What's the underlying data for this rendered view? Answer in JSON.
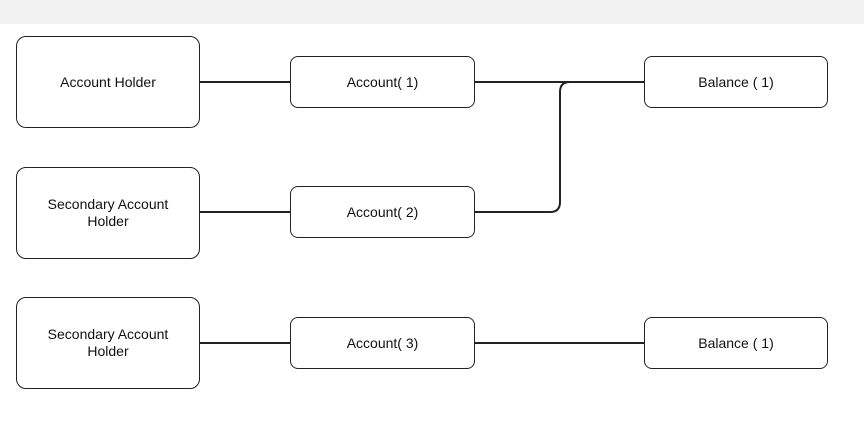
{
  "nodes": {
    "account_holder": "Account Holder",
    "secondary_holder_1": "Secondary Account\nHolder",
    "secondary_holder_2": "Secondary Account\nHolder",
    "account_1": "Account( 1)",
    "account_2": "Account( 2)",
    "account_3": "Account( 3)",
    "balance_top": "Balance ( 1)",
    "balance_bottom": "Balance ( 1)"
  },
  "edges": [
    {
      "from": "account_holder",
      "to": "account_1"
    },
    {
      "from": "secondary_holder_1",
      "to": "account_2"
    },
    {
      "from": "secondary_holder_2",
      "to": "account_3"
    },
    {
      "from": "account_1",
      "to": "balance_top"
    },
    {
      "from": "account_2",
      "to": "balance_top"
    },
    {
      "from": "account_3",
      "to": "balance_bottom"
    }
  ],
  "colors": {
    "stroke": "#222222",
    "background": "#ffffff"
  }
}
